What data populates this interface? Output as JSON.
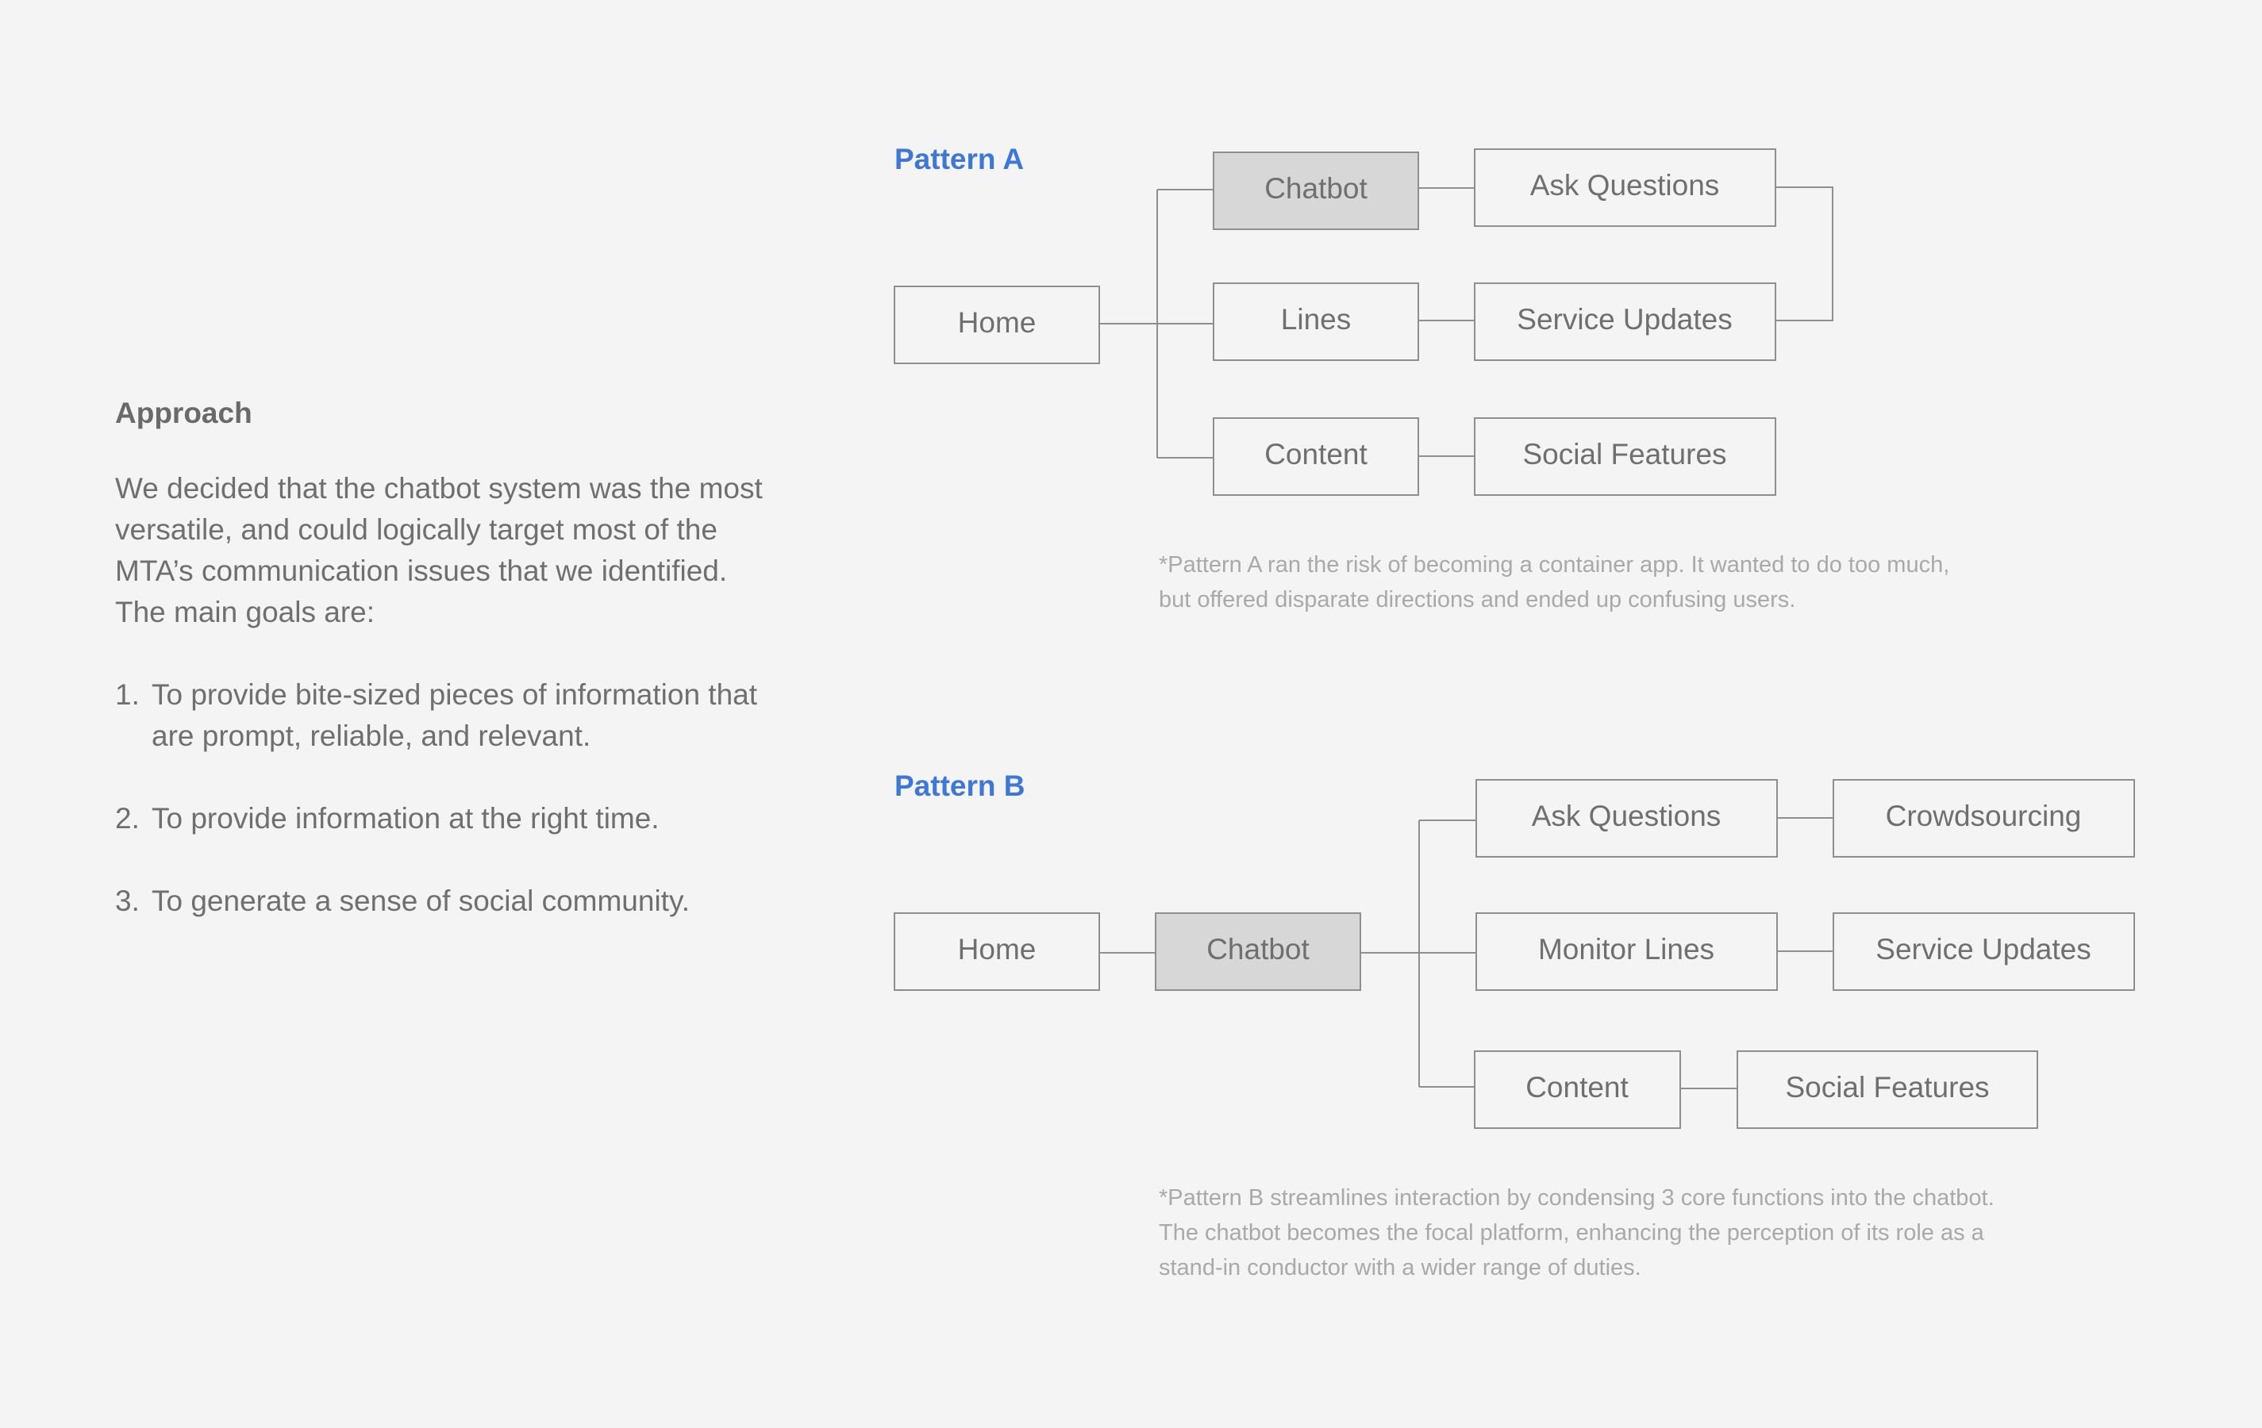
{
  "approach": {
    "title": "Approach",
    "paragraph": "We decided that the chatbot system was the most versatile, and could logically target most of the MTA’s communication issues that we identified. The main goals are:",
    "goals": [
      {
        "num": "1.",
        "text": "To provide bite-sized pieces of information that are prompt, reliable, and relevant."
      },
      {
        "num": "2.",
        "text": "To provide information at the right time."
      },
      {
        "num": "3.",
        "text": "To generate a sense of social community."
      }
    ]
  },
  "pattern_a": {
    "label": "Pattern A",
    "nodes": {
      "home": "Home",
      "chatbot": "Chatbot",
      "lines": "Lines",
      "content": "Content",
      "ask": "Ask Questions",
      "service": "Service Updates",
      "social": "Social Features"
    },
    "note": "*Pattern A ran the risk of becoming a container app. It wanted to do too much, but offered disparate directions and ended up confusing users."
  },
  "pattern_b": {
    "label": "Pattern B",
    "nodes": {
      "home": "Home",
      "chatbot": "Chatbot",
      "ask": "Ask Questions",
      "crowd": "Crowdsourcing",
      "monitor": "Monitor Lines",
      "service": "Service Updates",
      "content": "Content",
      "social": "Social Features"
    },
    "note": "*Pattern B streamlines interaction by condensing 3 core functions into the chatbot. The chatbot becomes the focal platform, enhancing the perception of its role as a stand-in conductor with a wider range of duties."
  },
  "colors": {
    "background": "#f4f4f4",
    "accent": "#3d78d8",
    "highlight_box": "#d7d7d7",
    "text": "#6f6f6f",
    "note_text": "#a9a9a9"
  }
}
